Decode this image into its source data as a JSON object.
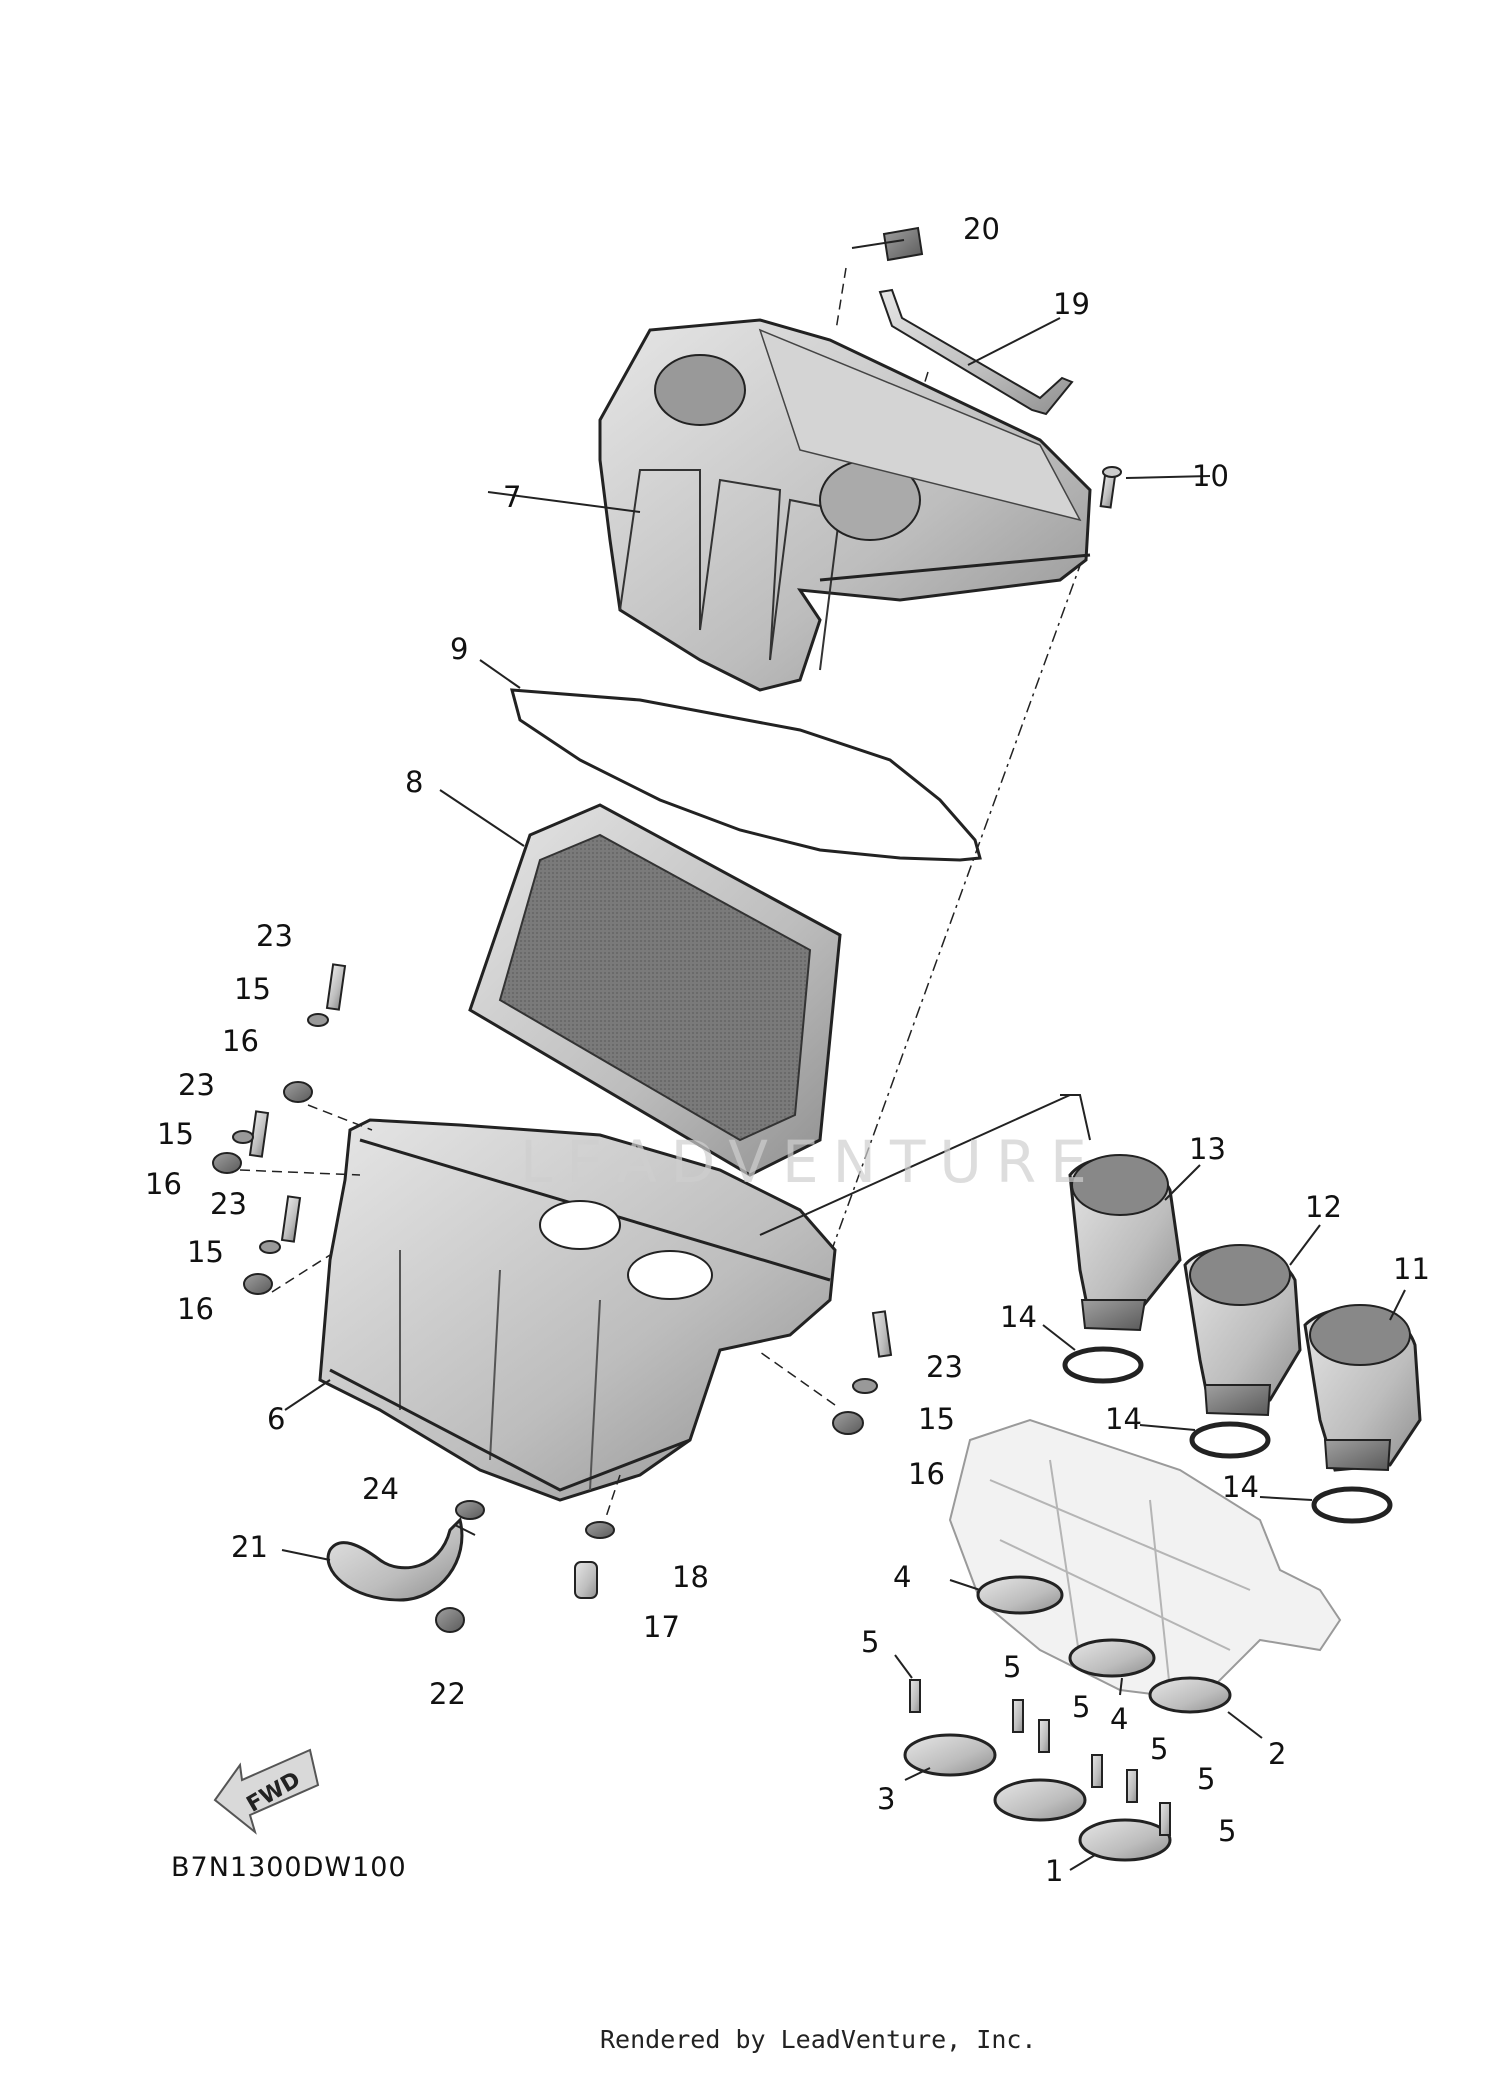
{
  "diagram": {
    "code": "B7N1300DW100",
    "credit": "Rendered by LeadVenture, Inc.",
    "watermark": "LEADVENTURE",
    "direction_arrow": "FWD"
  },
  "callouts": [
    {
      "id": "c20",
      "text": "20"
    },
    {
      "id": "c19",
      "text": "19"
    },
    {
      "id": "c10",
      "text": "10"
    },
    {
      "id": "c7",
      "text": "7"
    },
    {
      "id": "c9",
      "text": "9"
    },
    {
      "id": "c8",
      "text": "8"
    },
    {
      "id": "c23a",
      "text": "23"
    },
    {
      "id": "c15a",
      "text": "15"
    },
    {
      "id": "c16a",
      "text": "16"
    },
    {
      "id": "c23b",
      "text": "23"
    },
    {
      "id": "c15b",
      "text": "15"
    },
    {
      "id": "c16b",
      "text": "16"
    },
    {
      "id": "c23c",
      "text": "23"
    },
    {
      "id": "c15c",
      "text": "15"
    },
    {
      "id": "c16c",
      "text": "16"
    },
    {
      "id": "c13",
      "text": "13"
    },
    {
      "id": "c12",
      "text": "12"
    },
    {
      "id": "c11",
      "text": "11"
    },
    {
      "id": "c14a",
      "text": "14"
    },
    {
      "id": "c23d",
      "text": "23"
    },
    {
      "id": "c15d",
      "text": "15"
    },
    {
      "id": "c16d",
      "text": "16"
    },
    {
      "id": "c14b",
      "text": "14"
    },
    {
      "id": "c14c",
      "text": "14"
    },
    {
      "id": "c6",
      "text": "6"
    },
    {
      "id": "c24",
      "text": "24"
    },
    {
      "id": "c21",
      "text": "21"
    },
    {
      "id": "c18",
      "text": "18"
    },
    {
      "id": "c17",
      "text": "17"
    },
    {
      "id": "c22",
      "text": "22"
    },
    {
      "id": "c4a",
      "text": "4"
    },
    {
      "id": "c5a",
      "text": "5"
    },
    {
      "id": "c5b",
      "text": "5"
    },
    {
      "id": "c5c",
      "text": "5"
    },
    {
      "id": "c4b",
      "text": "4"
    },
    {
      "id": "c2",
      "text": "2"
    },
    {
      "id": "c5d",
      "text": "5"
    },
    {
      "id": "c5e",
      "text": "5"
    },
    {
      "id": "c3",
      "text": "3"
    },
    {
      "id": "c5f",
      "text": "5"
    },
    {
      "id": "c1",
      "text": "1"
    }
  ]
}
